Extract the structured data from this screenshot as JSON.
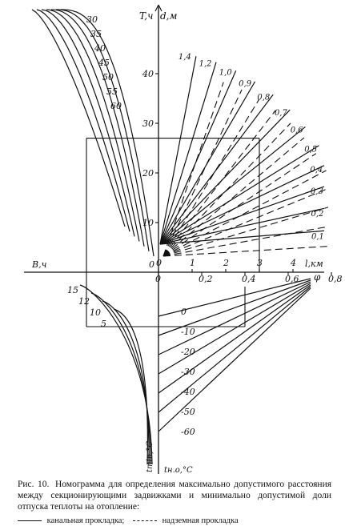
{
  "figure": {
    "caption_label": "Рис. 10.",
    "caption_text": "Номограмма для определения максимально допустимого расстояния между секционирующими задвижками и минимально допустимой доли отпуска теплоты на отопление:",
    "legend_solid": "канальная прокладка;",
    "legend_dashed": "надземная прокладка"
  },
  "axes": {
    "T_label": "T,ч",
    "d_label": "d,м",
    "B_label": "B,ч",
    "l_label": "l,км",
    "phi_label": "φ",
    "tmin_label": "tmin,°C",
    "tno_label": "tн.о,°C"
  },
  "chart_data": {
    "type": "nomogram",
    "top_left": {
      "x_label": "B,ч",
      "y_label": "T,ч",
      "curves": [
        "30",
        "35",
        "40",
        "45",
        "50",
        "55",
        "60"
      ]
    },
    "top_right": {
      "x_label": "l,км",
      "y_label": "d,м",
      "x_ticks": [
        "0",
        "1",
        "2",
        "3",
        "4"
      ],
      "y_ticks": [
        "10",
        "20",
        "30",
        "40"
      ],
      "solid_d_values": [
        "1,4",
        "1,2",
        "1,0",
        "0,9",
        "0,8",
        "0,7",
        "0,6",
        "0,5",
        "0,4",
        "0,3",
        "0,2",
        "0,1"
      ],
      "dashed_d_values": [
        "1,4",
        "1,2",
        "1,0",
        "0,9",
        "0,8",
        "0,7",
        "0,6",
        "0,5",
        "0,4",
        "0,3",
        "0,2",
        "0,1"
      ]
    },
    "bottom_left": {
      "y_label": "tmin,°C",
      "curves": [
        "15",
        "12",
        "10",
        "5"
      ]
    },
    "bottom_right": {
      "x_label": "φ",
      "y_label": "tн.о,°C",
      "x_ticks": [
        "0",
        "0,2",
        "0,4",
        "0,6",
        "0,8"
      ],
      "lines": [
        "0",
        "-10",
        "-20",
        "-30",
        "-40",
        "-50",
        "-60"
      ]
    },
    "example_path": {
      "l": 3,
      "phi": 0.4,
      "T": 27
    }
  }
}
